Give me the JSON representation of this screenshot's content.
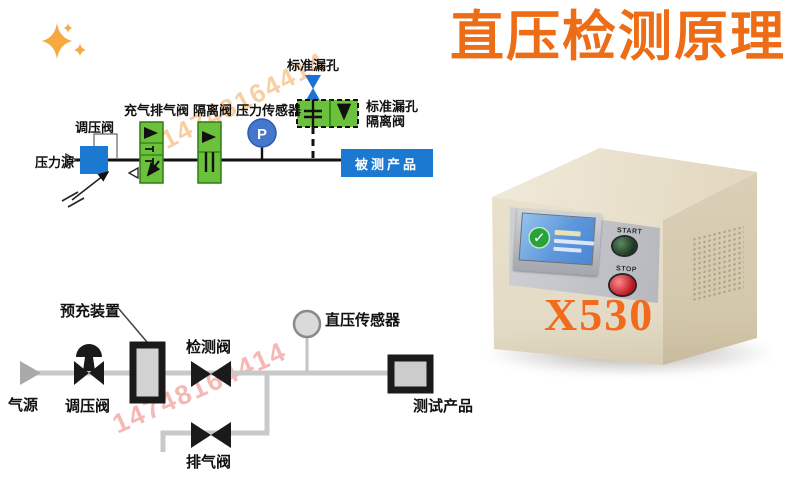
{
  "title": {
    "text": "直压检测原理",
    "color": "#ED6D17"
  },
  "decor": {
    "watermark": "14748164414"
  },
  "top_diagram": {
    "pressure_source": "压力源",
    "regulator": "调压阀",
    "charge_exhaust_valve": "充气排气阀",
    "isolation_valve": "隔离阀",
    "pressure_sensor": "压力传感器",
    "sensor_letter": "P",
    "standard_leak": "标准漏孔",
    "leak_isolation_line1": "标准漏孔",
    "leak_isolation_line2": "隔离阀",
    "tested_product": "被测产品",
    "colors": {
      "valve_green": "#6CC13C",
      "box_blue": "#1B79D2",
      "sensor_blue": "#4577CC",
      "leak_blue": "#1E6FD6"
    }
  },
  "bottom_diagram": {
    "air_source": "气源",
    "regulator": "调压阀",
    "prefill_device": "预充装置",
    "detect_valve": "检测阀",
    "exhaust_valve": "排气阀",
    "pressure_sensor": "直压传感器",
    "test_product": "测试产品",
    "colors": {
      "pipe_gray": "#C9C9C9",
      "symbol_black": "#1A1A1A"
    }
  },
  "device": {
    "model": "X530",
    "model_color": "#F26A1B",
    "start_label": "START",
    "stop_label": "STOP"
  }
}
